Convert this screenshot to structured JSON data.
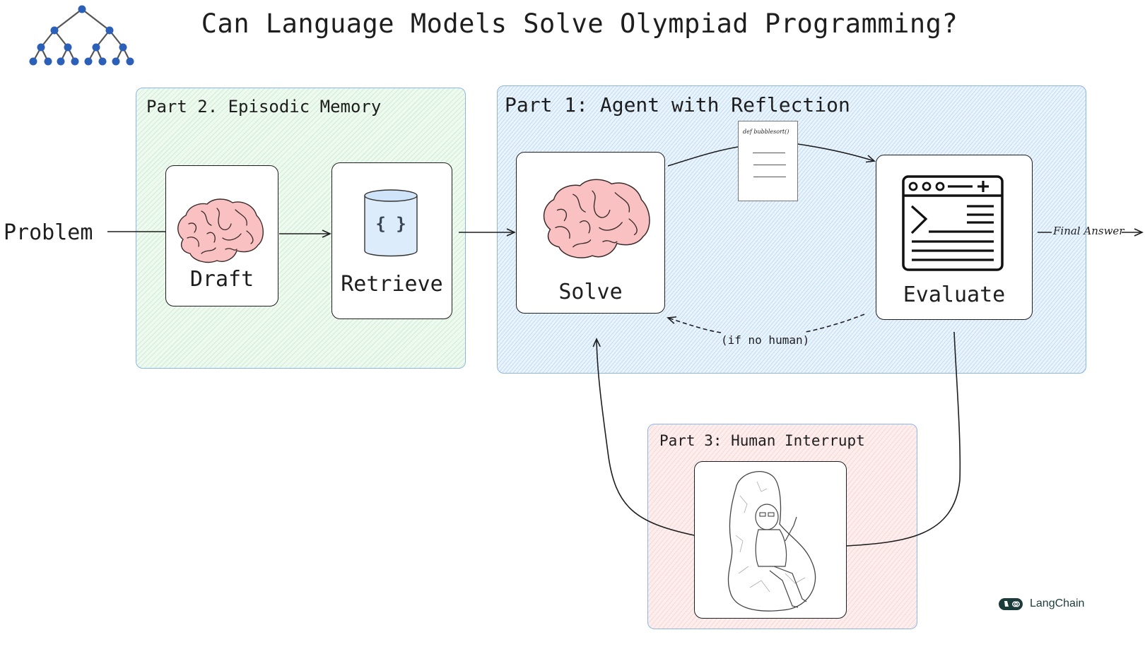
{
  "title": "Can Language Models Solve Olympiad Programming?",
  "logo": {
    "icon": "binary-tree-icon",
    "color": "#2b5fb8"
  },
  "input": {
    "label": "Problem"
  },
  "parts": {
    "episodic_memory": {
      "label": "Part 2. Episodic Memory",
      "nodes": [
        {
          "label": "Draft",
          "icon": "brain-icon"
        },
        {
          "label": "Retrieve",
          "icon": "database-icon",
          "icon_text": "{ }"
        }
      ]
    },
    "agent_reflection": {
      "label": "Part 1: Agent with Reflection",
      "nodes": [
        {
          "label": "Solve",
          "icon": "brain-icon"
        },
        {
          "label": "Evaluate",
          "icon": "terminal-window-icon"
        }
      ],
      "artifact": {
        "icon": "document-icon",
        "code": "def bubblesort()"
      },
      "loop_label": "(if no human)"
    },
    "human_interrupt": {
      "label": "Part 3: Human Interrupt",
      "image": "wojak-thinker-illustration"
    }
  },
  "output": {
    "label": "Final Answer"
  },
  "branding": {
    "label": "LangChain",
    "icon": "langchain-logo-icon",
    "color": "#1c3c3c"
  },
  "colors": {
    "memory_panel": "#eef9ef",
    "agent_panel": "#eaf4fd",
    "human_panel": "#fdeeee",
    "panel_border": "#8cb7e3",
    "brain_fill": "#f9c1c1"
  }
}
